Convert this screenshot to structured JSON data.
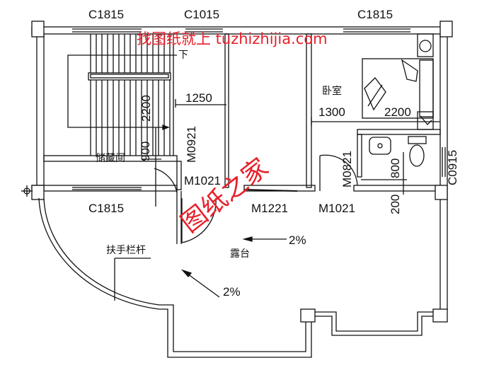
{
  "plan": {
    "windows": {
      "top_left": "C1815",
      "top_mid": "C1015",
      "top_right": "C1815",
      "bottom_left": "C1815",
      "right": "C0915"
    },
    "doors": {
      "storage": "M0921",
      "stair_hall": "M1021",
      "corridor": "M1221",
      "bedroom": "M1021",
      "bath": "M0821"
    },
    "dimensions": {
      "stair_width": "1250",
      "stair_depth": "2200",
      "storage_door_dim": "900",
      "bedroom_left": "1300",
      "bedroom_bed": "2200",
      "bath_dim": "800",
      "bath_step": "200"
    },
    "rooms": {
      "stair_down": "下",
      "storage": "储藏间",
      "bedroom": "卧室",
      "terrace": "露台"
    },
    "annotations": {
      "slope_1": "2%",
      "slope_2": "2%",
      "railing": "扶手栏杆"
    },
    "watermarks": {
      "top": "找图纸就上 tuzhizhijia.com",
      "center": "图纸之家"
    },
    "colors": {
      "lines": "#111111",
      "watermark": "#e8202a"
    }
  }
}
